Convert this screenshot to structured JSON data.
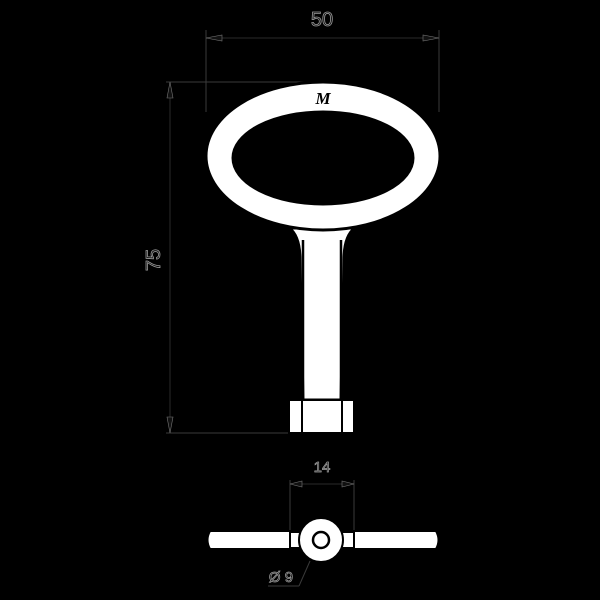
{
  "drawing": {
    "subject": "double-bit key technical drawing",
    "colors": {
      "background": "#000000",
      "part_fill": "#ffffff",
      "outline": "#000000",
      "dimension_text": "#9a9a9a"
    },
    "ring_mark": "M",
    "dimensions": {
      "width": {
        "label": "50"
      },
      "height": {
        "label": "75"
      },
      "bit_width": {
        "label": "14"
      },
      "hub_diameter": {
        "label": "Ø 9"
      }
    },
    "views": [
      "front-view",
      "end-view"
    ]
  }
}
